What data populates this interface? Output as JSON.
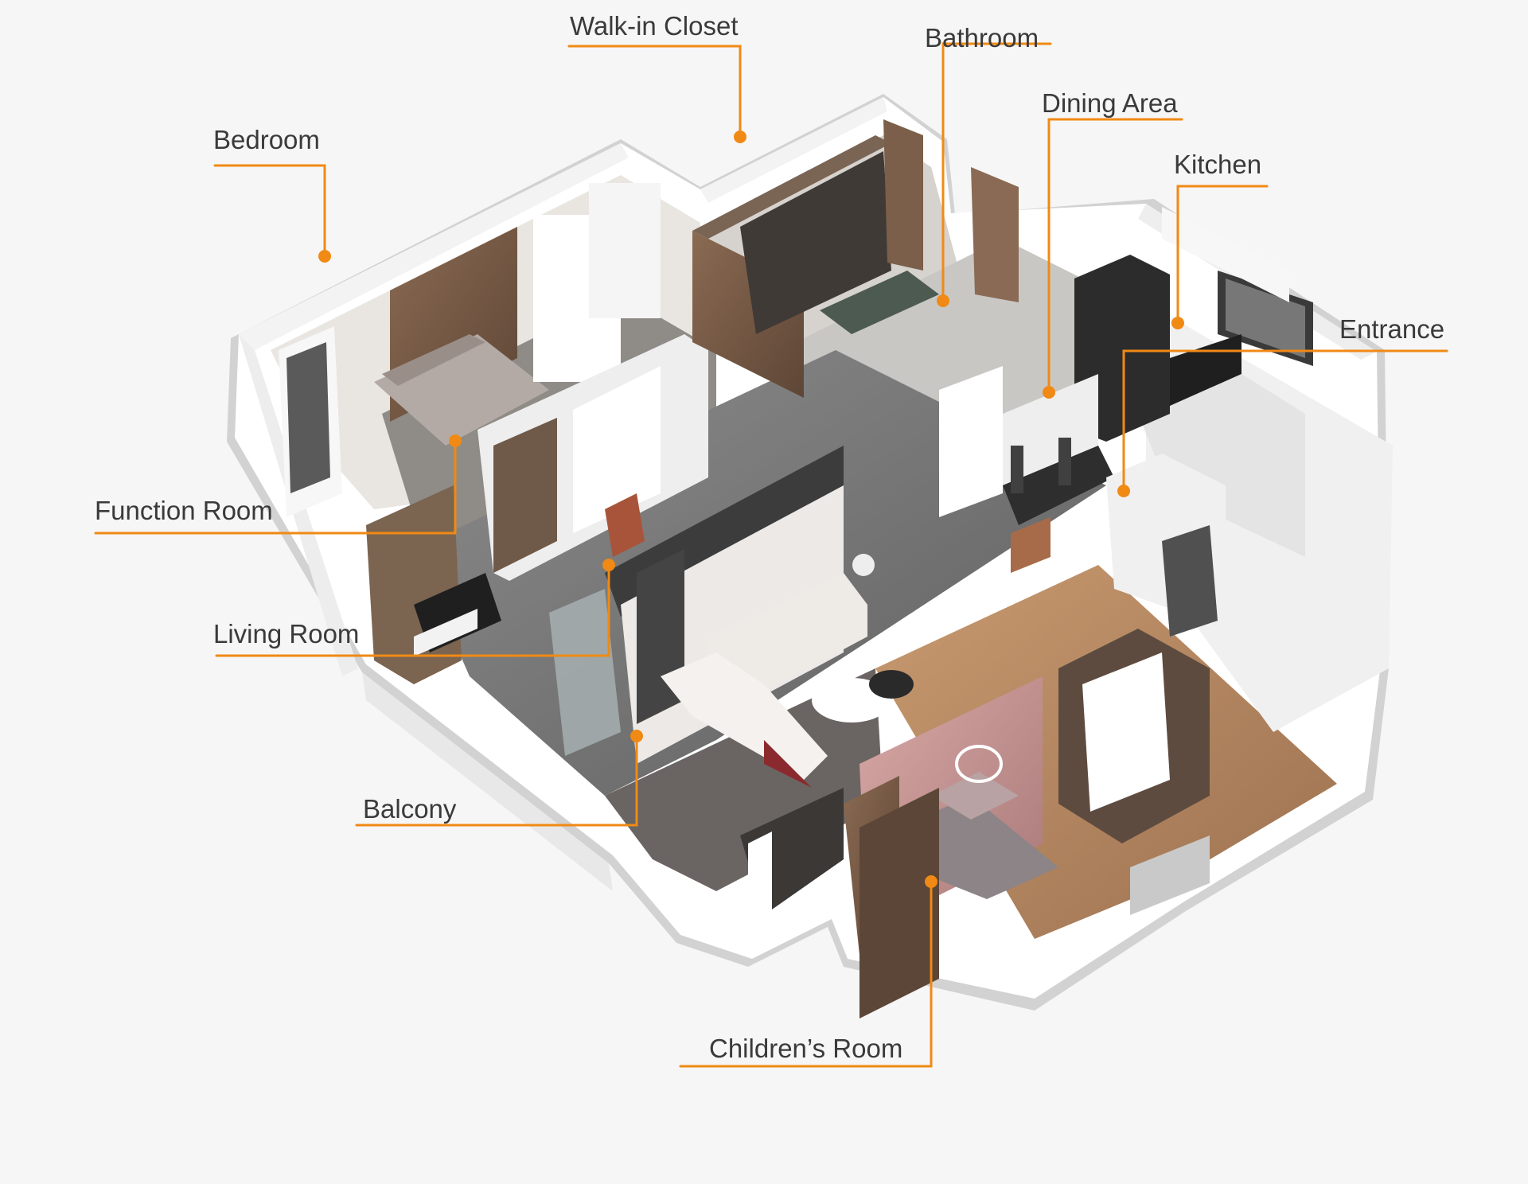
{
  "accent_color": "#f08a14",
  "labels": {
    "walk_in_closet": "Walk-in Closet",
    "bathroom": "Bathroom",
    "bedroom": "Bedroom",
    "dining_area": "Dining Area",
    "kitchen": "Kitchen",
    "entrance": "Entrance",
    "function_room": "Function Room",
    "living_room": "Living Room",
    "balcony": "Balcony",
    "childrens_room": "Children’s Room"
  }
}
